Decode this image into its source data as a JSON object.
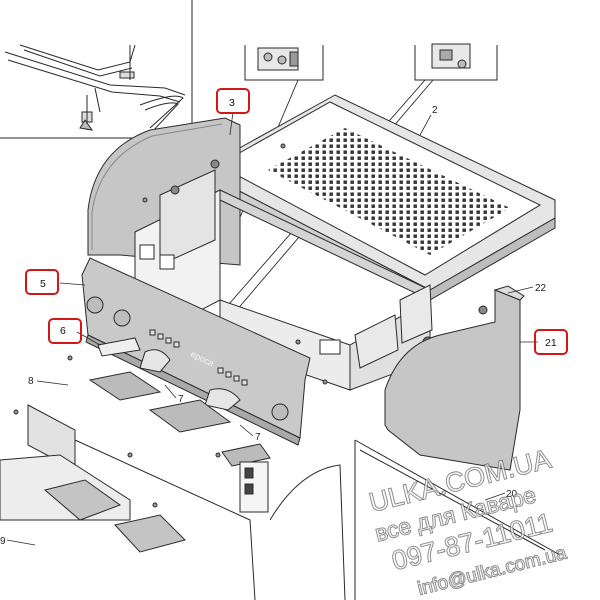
{
  "colors": {
    "line": "#2a2a2a",
    "part_fill": "#d9d9d9",
    "panel_fill": "#c9c9c9",
    "highlight": "#d01818",
    "watermark_stroke": "#555555"
  },
  "callouts": {
    "c2": "2",
    "c3": "3",
    "c5": "5",
    "c6": "6",
    "c7a": "7",
    "c7b": "7",
    "c8": "8",
    "c9": "9",
    "c20": "20",
    "c21": "21",
    "c22": "22"
  },
  "panel": {
    "brand": "epoca"
  },
  "watermark": {
    "line1": "ULKA.COM.UA",
    "line2": "все для Каваре",
    "line3": "097-87-11011",
    "line4": "info@ulka.com.ua"
  }
}
